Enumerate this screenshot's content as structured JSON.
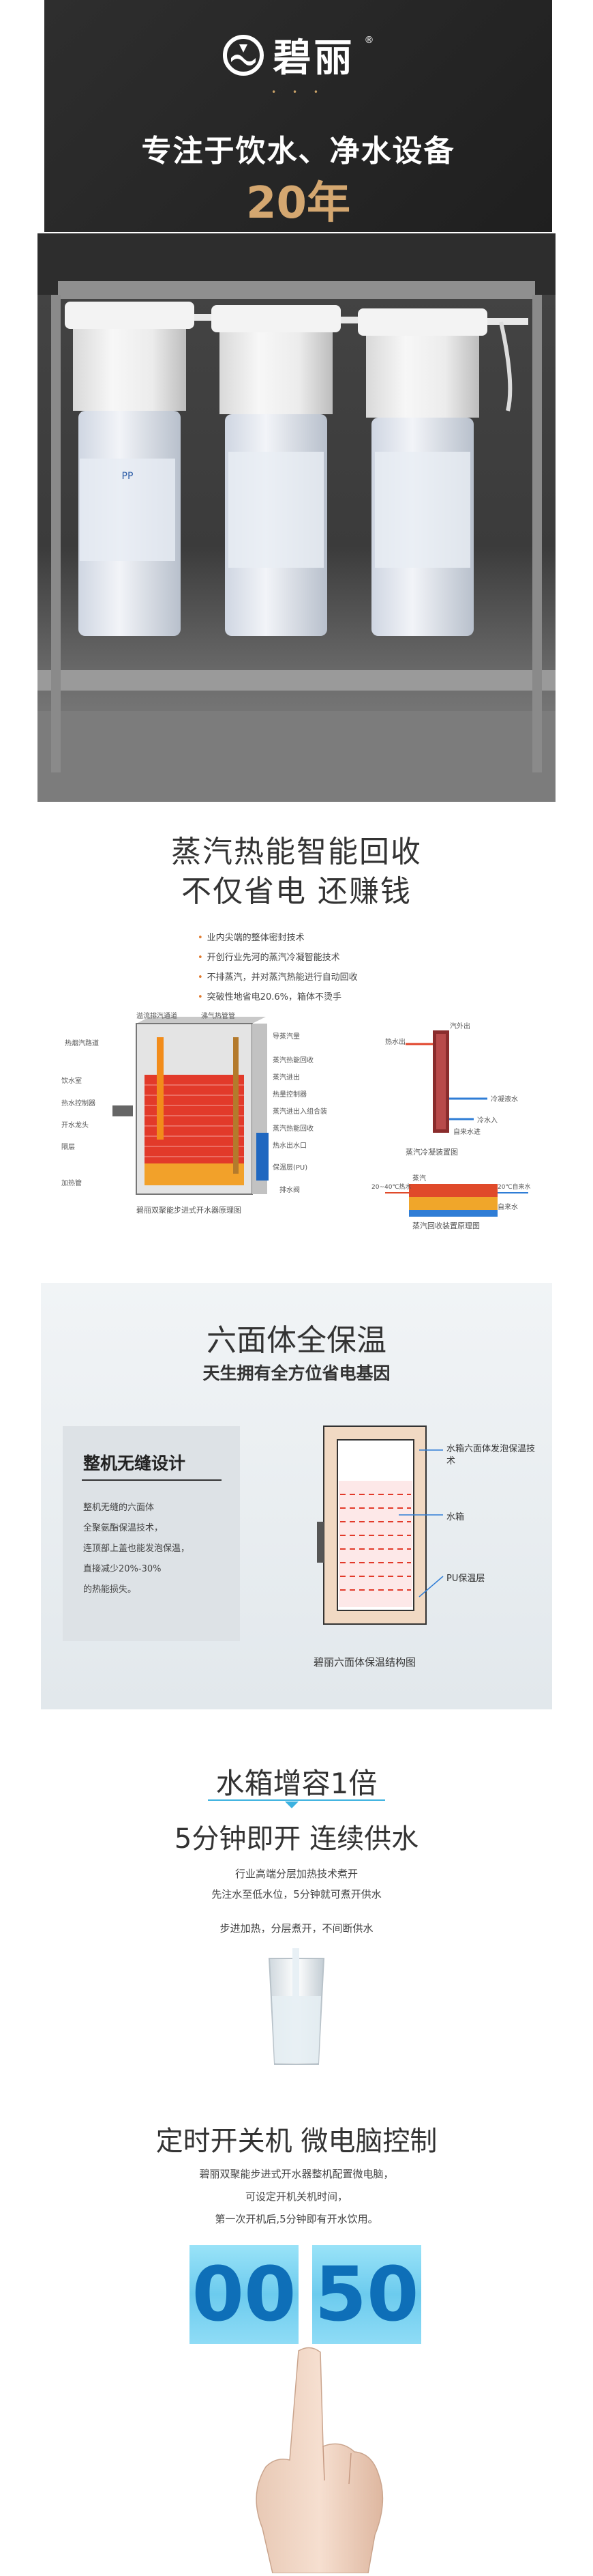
{
  "brand": {
    "name": "碧丽",
    "reg_mark": "®",
    "dots": "• • •"
  },
  "banner": {
    "tagline": "专注于饮水、净水设备",
    "years": "20年"
  },
  "steam": {
    "title_line1": "蒸汽热能智能回收",
    "title_line2": "不仅省电 还赚钱",
    "bullets": [
      "业内尖端的整体密封技术",
      "开创行业先河的蒸汽冷凝智能技术",
      "不排蒸汽，并对蒸汽热能进行自动回收",
      "突破性地省电20.6%，箱体不烫手"
    ],
    "left_labels": [
      "热烟汽路道",
      "溢流排汽通道",
      "沸气热管管",
      "导蒸汽量",
      "饮水室",
      "蒸汽热能回收",
      "热水控制器",
      "蒸汽进出",
      "开水龙头",
      "隔层",
      "热量控制器",
      "蒸汽进出入组合装",
      "蒸汽热能回收",
      "热水出水口",
      "加热管",
      "排水阀",
      "保温层(PU)"
    ],
    "left_caption": "碧丽双聚能步进式开水器原理图",
    "right_top_labels": [
      "汽外出",
      "热水出",
      "冷凝液水",
      "冷水入",
      "自来水进"
    ],
    "right_top_caption": "蒸汽冷凝装置图",
    "right_bottom_labels": [
      "蒸汽",
      "20~40℃热水",
      "20℃自来水",
      "自来水"
    ],
    "right_bottom_caption": "蒸汽回收装置原理图"
  },
  "insulation": {
    "title": "六面体全保温",
    "subtitle": "天生拥有全方位省电基因",
    "card_title": "整机无缝设计",
    "card_lines": [
      "整机无缝的六面体",
      "全聚氨酯保温技术，",
      "连顶部上盖也能发泡保温，",
      "直接减少20%-30%",
      "的热能损失。"
    ],
    "labels": [
      "水箱六面体发泡保温技术",
      "水箱",
      "PU保温层"
    ],
    "caption": "碧丽六面体保温结构图"
  },
  "tank": {
    "title1": "水箱增容1倍",
    "title2": "5分钟即开 连续供水",
    "lines": [
      "行业高端分层加热技术煮开",
      "先注水至低水位，5分钟就可煮开供水"
    ],
    "line3": "步进加热，分层煮开，不间断供水"
  },
  "timer": {
    "title": "定时开关机 微电脑控制",
    "lines": [
      "碧丽双聚能步进式开水器整机配置微电脑，",
      "可设定开机关机时间，",
      "第一次开机后,5分钟即有开水饮用。"
    ],
    "digits": [
      "00",
      "50"
    ]
  },
  "colors": {
    "accent_gold": "#d4a770",
    "digit_blue": "#0e6fb8",
    "digit_bg": "#7fd6f3"
  }
}
